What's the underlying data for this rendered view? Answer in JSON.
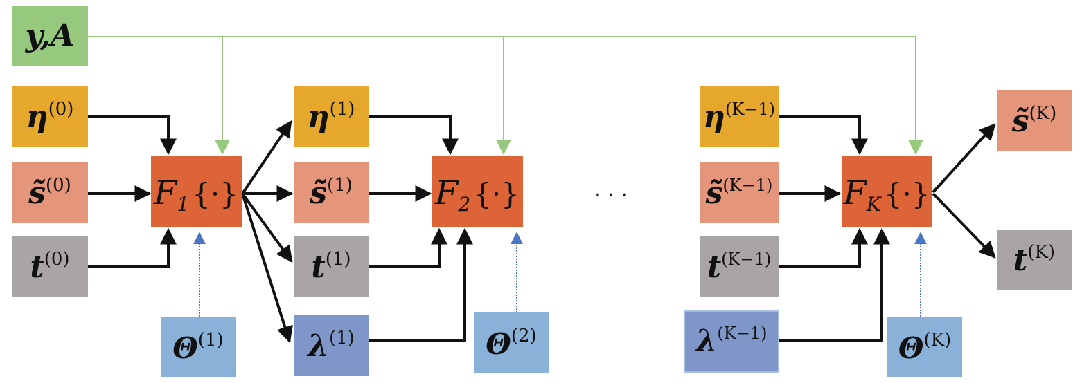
{
  "nodes": {
    "yA": {
      "main": "y,A",
      "sup": ""
    },
    "eta0": {
      "main": "η",
      "sup": "(0)"
    },
    "s0": {
      "main": "s̃",
      "sup": "(0)"
    },
    "t0": {
      "main": "t",
      "sup": "(0)"
    },
    "theta1": {
      "main": "Θ",
      "sup": "(1)"
    },
    "eta1": {
      "main": "η",
      "sup": "(1)"
    },
    "s1": {
      "main": "s̃",
      "sup": "(1)"
    },
    "t1": {
      "main": "t",
      "sup": "(1)"
    },
    "lam1": {
      "main": "λ",
      "sup": "(1)"
    },
    "theta2": {
      "main": "Θ",
      "sup": "(2)"
    },
    "etaK1": {
      "main": "η",
      "sup": "(K−1)"
    },
    "sK1": {
      "main": "s̃",
      "sup": "(K−1)"
    },
    "tK1": {
      "main": "t",
      "sup": "(K−1)"
    },
    "lamK1": {
      "main": "λ",
      "sup": "(K−1)"
    },
    "thetaK": {
      "main": "Θ",
      "sup": "(K)"
    },
    "sK": {
      "main": "s̃",
      "sup": "(K)"
    },
    "tK": {
      "main": "t",
      "sup": "(K)"
    }
  },
  "blocks": {
    "F1": {
      "main": "F",
      "sub": "1",
      "arg": "{·}"
    },
    "F2": {
      "main": "F",
      "sub": "2",
      "arg": "{·}"
    },
    "FK": {
      "main": "F",
      "sub": "K",
      "arg": "{·}"
    }
  },
  "ellipsis": "· · ·",
  "colors": {
    "green": "#96c87e",
    "yellow": "#e6a82c",
    "salmon": "#e5967a",
    "gray": "#a9a5a7",
    "blue_light": "#8ab2d8",
    "blue_dark": "#7e97c8",
    "orange_block": "#dd6436",
    "arrow_black": "#111111",
    "arrow_green": "#96c87e",
    "arrow_blue": "#4a74c4"
  }
}
